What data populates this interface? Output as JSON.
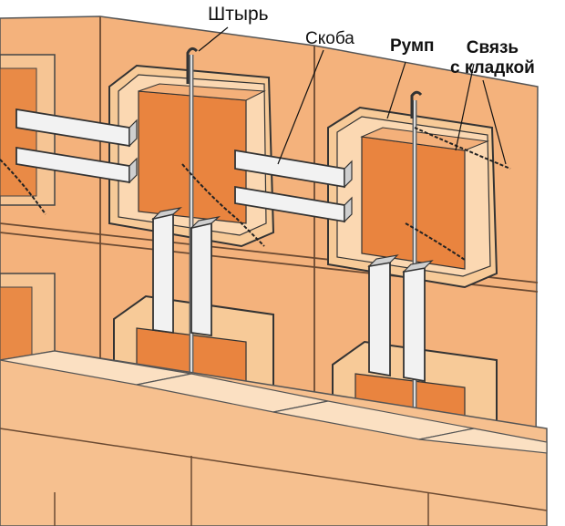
{
  "labels": {
    "pin": "Штырь",
    "clamp": "Скоба",
    "rump": "Румп",
    "tie_line1": "Связь",
    "tie_line2": "с кладкой"
  },
  "colors": {
    "tile": "#f2a56e",
    "tile_light": "#f7c89a",
    "brick": "#f6bf8f",
    "brick_light": "#fbe0c2",
    "metal": "#eaeaea",
    "outline": "#333333"
  }
}
